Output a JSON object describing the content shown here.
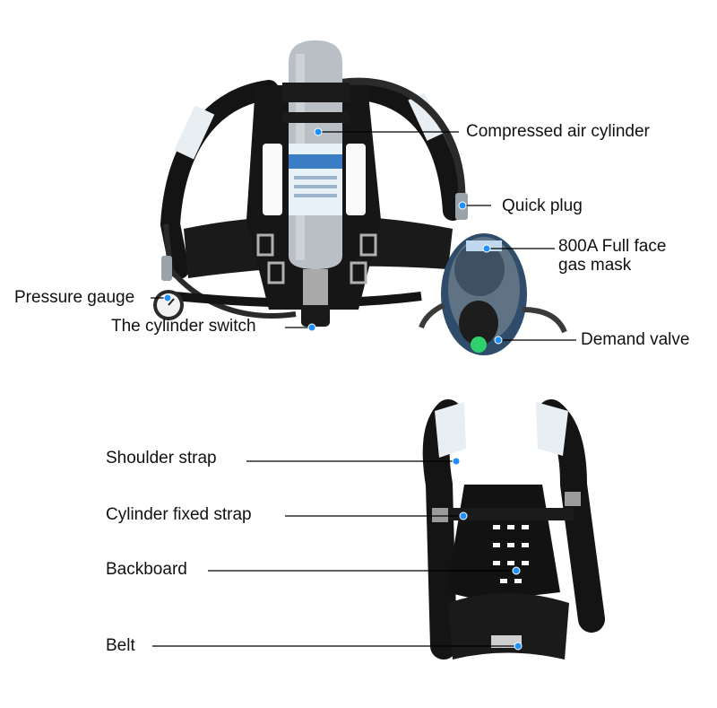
{
  "colors": {
    "leader_line": "#000000",
    "dot": "#1e90ff",
    "harness": "#141414",
    "cylinder": "#b9bfc4",
    "mask_frame": "#2f4d6b"
  },
  "top_assembly": {
    "labels": {
      "cylinder": "Compressed air cylinder",
      "quick_plug": "Quick plug",
      "mask": "800A Full face\ngas mask",
      "gauge": "Pressure gauge",
      "switch": "The cylinder switch",
      "demand_valve": "Demand valve"
    }
  },
  "bottom_assembly": {
    "labels": {
      "shoulder_strap": "Shoulder strap",
      "fixed_strap": "Cylinder fixed strap",
      "backboard": "Backboard",
      "belt": "Belt"
    }
  }
}
